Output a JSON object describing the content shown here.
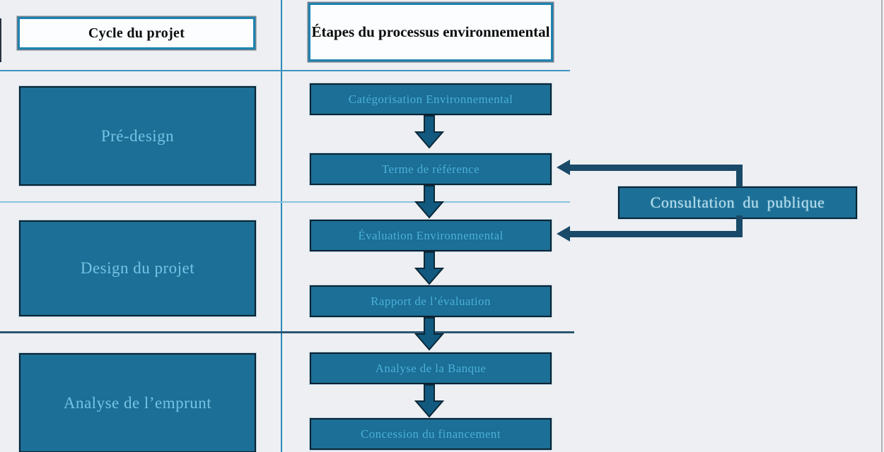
{
  "headers": {
    "left": "Cycle du projet",
    "right": "Étapes du processus environnemental"
  },
  "cycle_stages": [
    {
      "label": "Pré-design"
    },
    {
      "label": "Design du projet"
    },
    {
      "label": "Analyse de l’emprunt"
    }
  ],
  "process_steps": [
    {
      "label": "Catégorisation Environnemental"
    },
    {
      "label": "Terme de référence"
    },
    {
      "label": "Évaluation Environnemental"
    },
    {
      "label": "Rapport de l’évaluation"
    },
    {
      "label": "Analyse de la Banque"
    },
    {
      "label": "Concession du financement"
    }
  ],
  "side_box": {
    "label": "Consultation du publique"
  },
  "colors": {
    "background": "#edeff2",
    "box_fill": "#1c6f96",
    "box_border": "#0c2130",
    "stage_text": "#74c2e4",
    "step_text": "#4ab0d9",
    "side_text": "#b9e0ee",
    "header_border": "#1e83b0",
    "header_text": "#0c0c0c",
    "down_arrow_fill": "#11597f",
    "connector": "#1a4a69",
    "divider_light": "#8ac2dd",
    "divider_dark": "#2d5571",
    "column_line": "#2c89b8"
  }
}
